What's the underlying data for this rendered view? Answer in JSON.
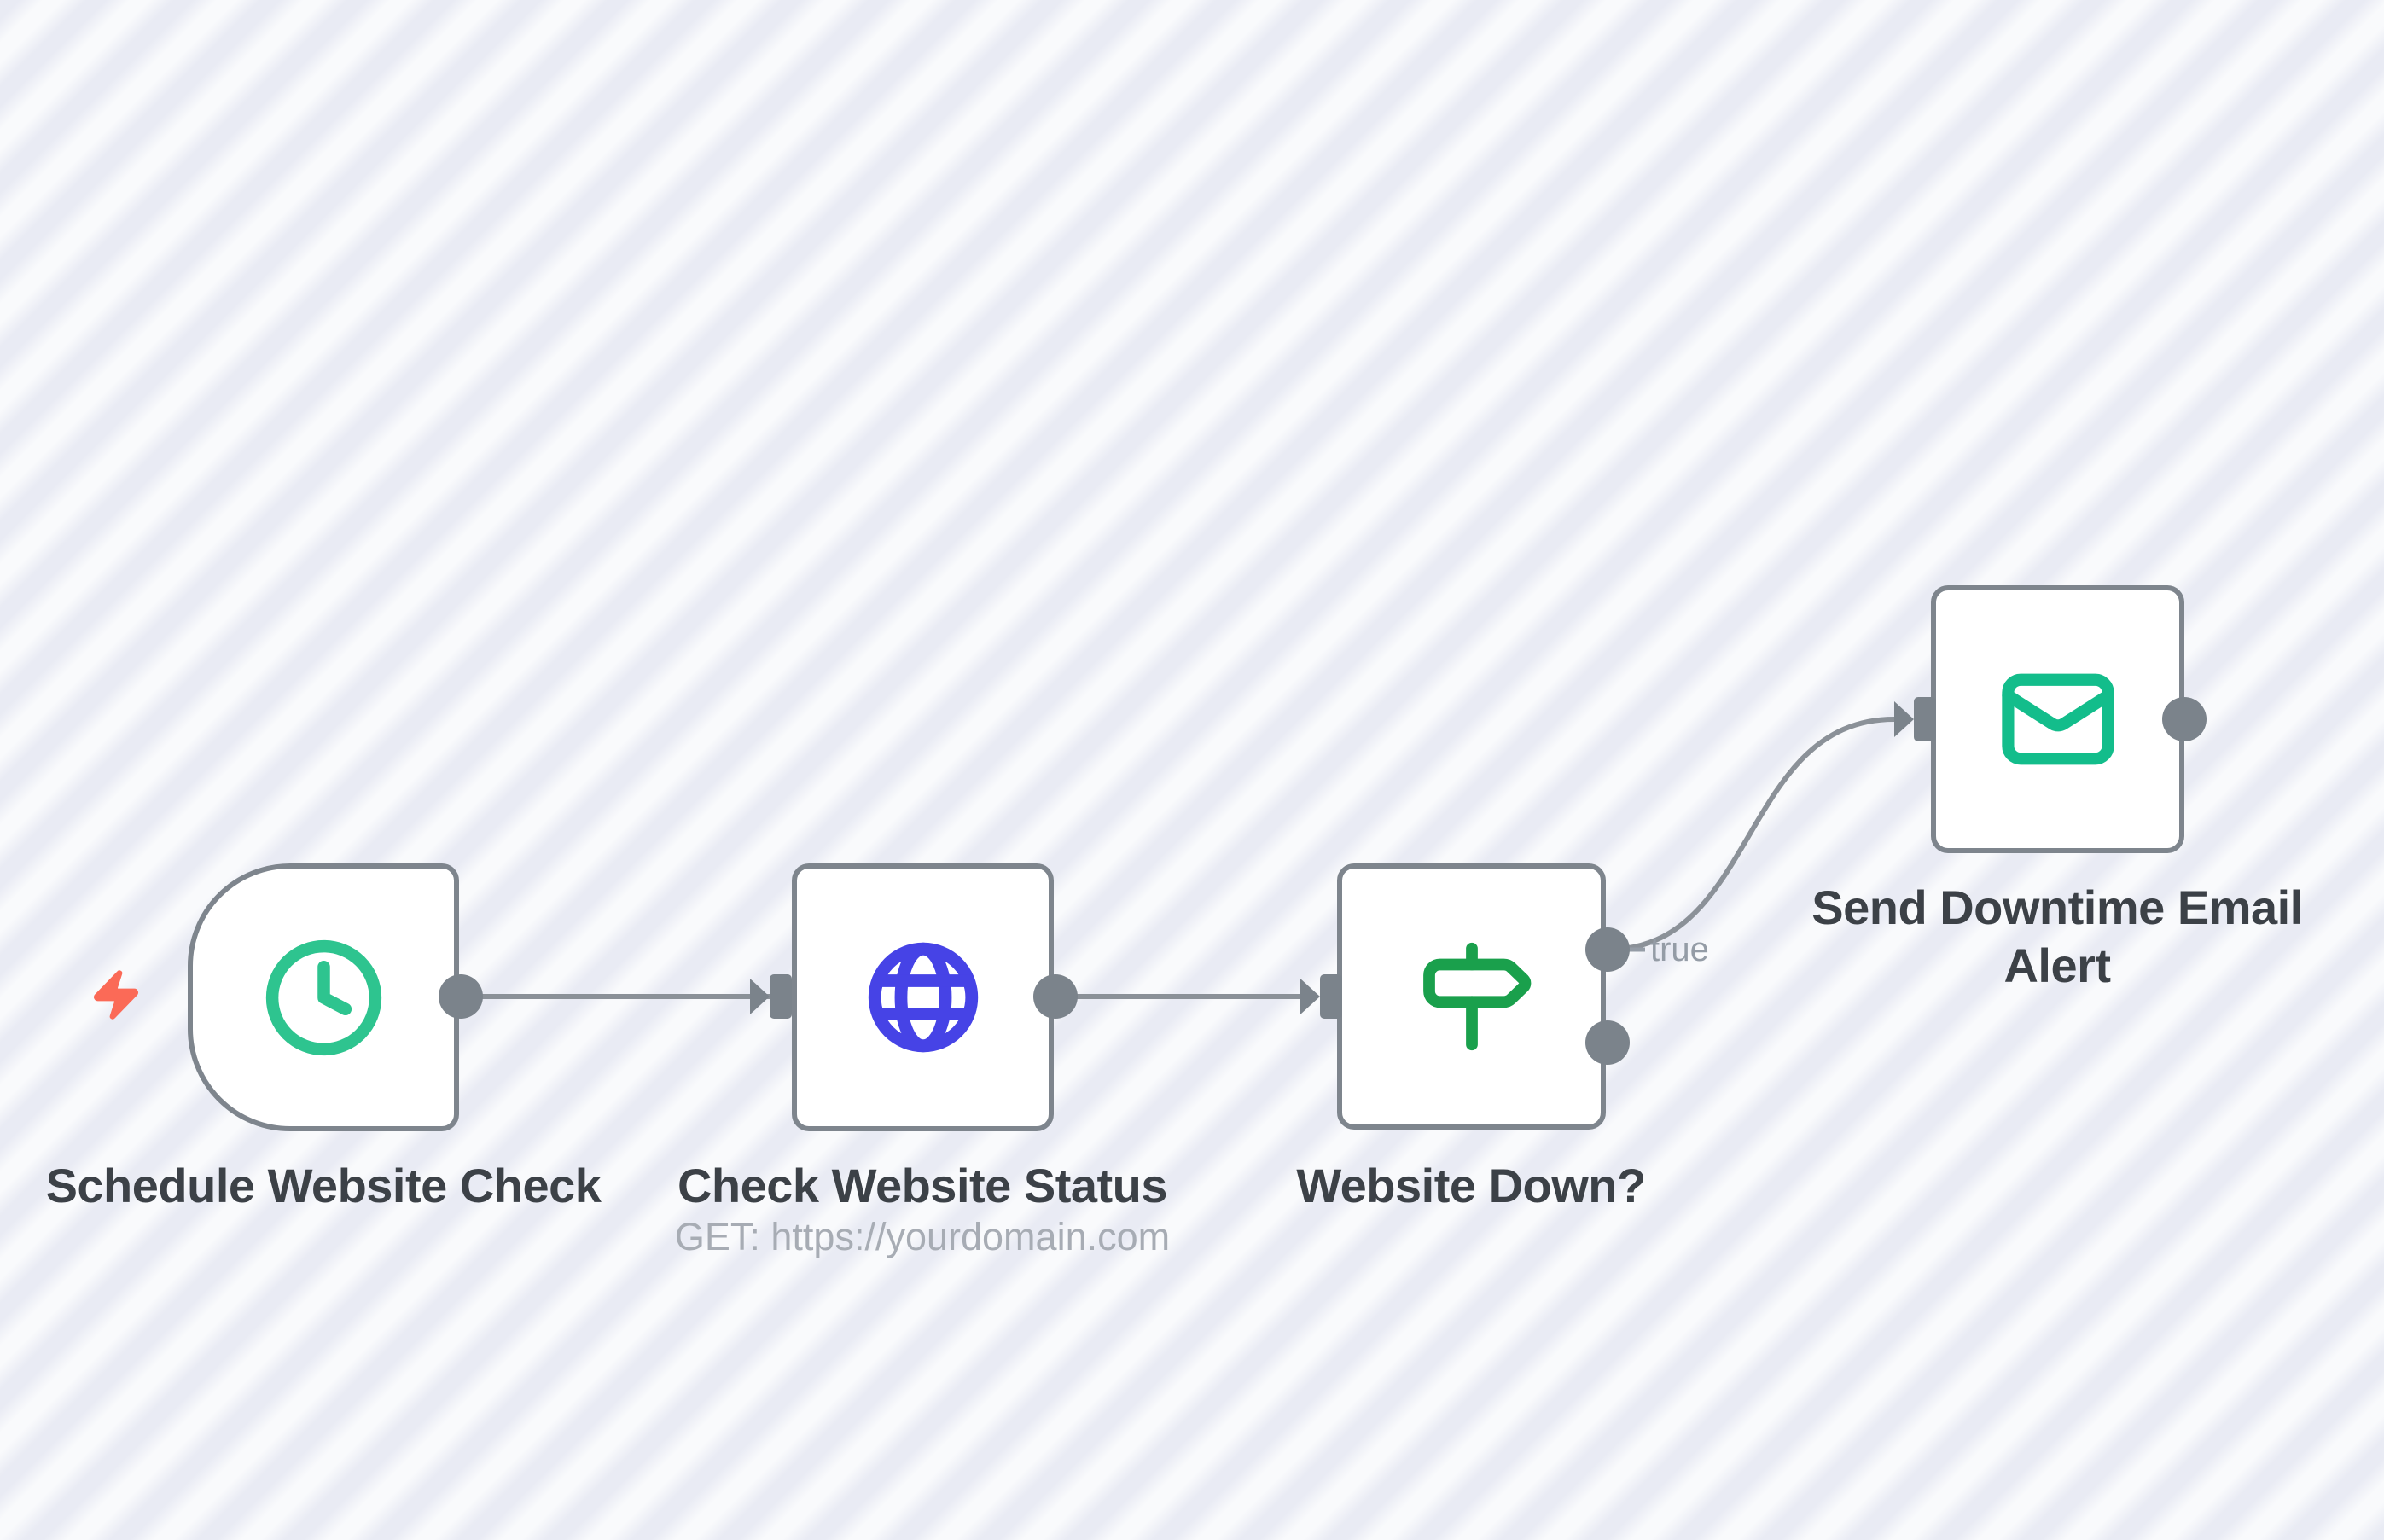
{
  "canvas": {
    "type": "workflow-editor-canvas",
    "colors": {
      "stripe_light": "#f9fafc",
      "stripe_dark": "#e9ebf4",
      "node_border": "#7e858d",
      "node_fill": "#ffffff",
      "wire": "#8b9198",
      "port": "#7b838b",
      "title_text": "#3c4147",
      "subtitle_text": "#a7acb4",
      "connection_label_text": "#949ca6",
      "trigger_bolt": "#fb6a57",
      "icon_clock": "#2ec48f",
      "icon_globe": "#4643e6",
      "icon_signpost": "#1aa04c",
      "icon_mail": "#13bd8b"
    }
  },
  "nodes": [
    {
      "title": "Schedule Website Check",
      "icon": "clock-icon",
      "kind": "trigger"
    },
    {
      "title": "Check Website Status",
      "subtitle": "GET: https://yourdomain.com",
      "icon": "globe-icon",
      "kind": "action"
    },
    {
      "title": "Website Down?",
      "icon": "signpost-icon",
      "kind": "if"
    },
    {
      "title": "Send Downtime Email Alert",
      "icon": "mail-icon",
      "kind": "action"
    }
  ],
  "connections": [
    {
      "from": "Schedule Website Check",
      "to": "Check Website Status"
    },
    {
      "from": "Check Website Status",
      "to": "Website Down?"
    },
    {
      "from": "Website Down?",
      "to": "Send Downtime Email Alert",
      "label": "true"
    }
  ],
  "labels": {
    "true_branch": "true"
  }
}
